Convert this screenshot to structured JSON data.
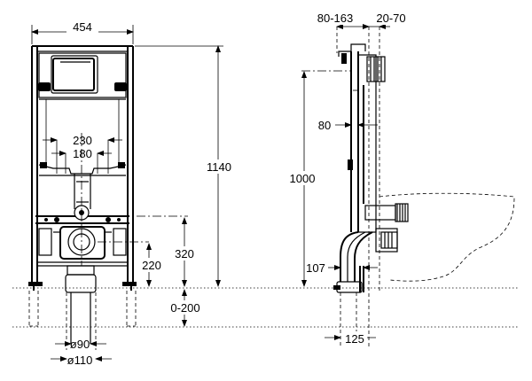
{
  "front_view": {
    "width_label": "454",
    "outer_spacing_label": "230",
    "inner_spacing_label": "180",
    "total_height_label": "1140",
    "outlet_height_label": "320",
    "connection_height_label": "220",
    "floor_adjust_label": "0-200",
    "pipe_inner_label": "ø90",
    "pipe_outer_label": "ø110"
  },
  "side_view": {
    "depth_range_label": "80-163",
    "wall_offset_label": "20-70",
    "frame_depth_label": "80",
    "seat_height_label": "1000",
    "outlet_offset_label": "107",
    "base_depth_label": "125"
  }
}
